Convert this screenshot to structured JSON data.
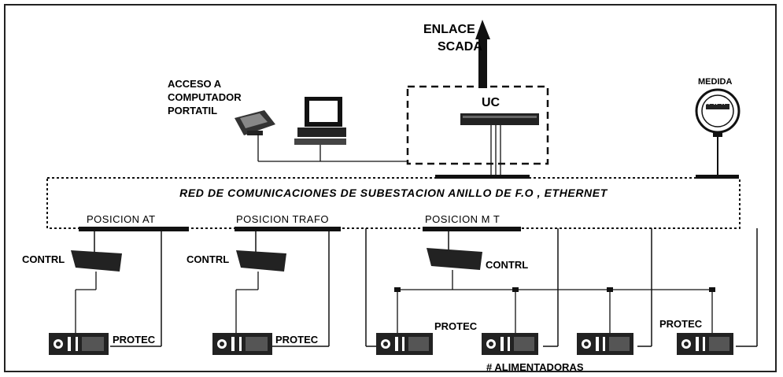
{
  "labels": {
    "scada_link": [
      "ENLACE",
      "SCADA"
    ],
    "laptop_access": [
      "ACCESO A",
      "COMPUTADOR",
      "PORTATIL"
    ],
    "uc": "UC",
    "meter": "MEDIDA",
    "bus": "RED DE COMUNICACIONES DE SUBESTACION  ANILLO DE  F.O , ETHERNET",
    "positions": [
      "POSICION  AT",
      "POSICION  TRAFO",
      "POSICION  M T"
    ],
    "control": "CONTRL",
    "protection": "PROTEC",
    "feeders": "# ALIMENTADORAS"
  },
  "meter_face_text": "K W H"
}
